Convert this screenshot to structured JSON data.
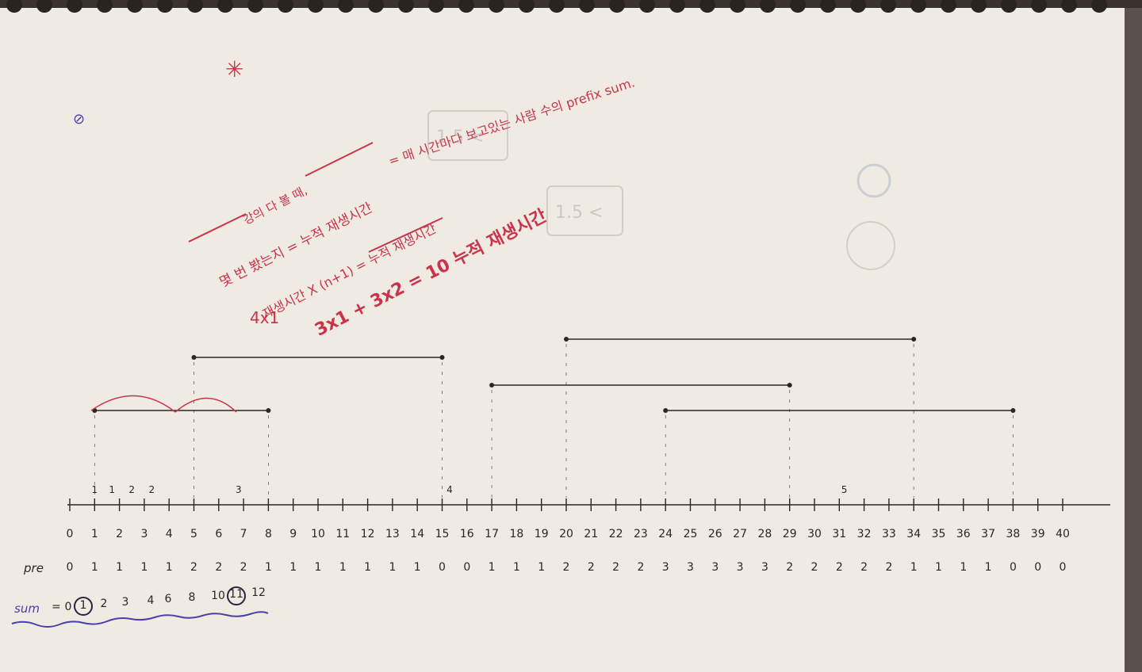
{
  "notes": {
    "star": "✳",
    "circle_mark": "⊘",
    "line1": "강의 다 볼 때,",
    "line2": "몇 번 봤는지 = 누적 재생시간",
    "line3": "재생시간 X (n+1) = 누적 재생시간",
    "line4": "3x1 + 3x2 = 10 누적 재생시간",
    "line5": "4x1",
    "top_note": "= 매 시간마다 보고있는 사람 수의 prefix sum.",
    "ghost1": "1.5 <",
    "ghost2": "1.5 <"
  },
  "axis": {
    "ticks": [
      "0",
      "1",
      "2",
      "3",
      "4",
      "5",
      "6",
      "7",
      "8",
      "9",
      "10",
      "11",
      "12",
      "13",
      "14",
      "15",
      "16",
      "17",
      "18",
      "19",
      "20",
      "21",
      "22",
      "23",
      "24",
      "25",
      "26",
      "27",
      "28",
      "29",
      "30",
      "31",
      "32",
      "33",
      "34",
      "35",
      "36",
      "37",
      "38",
      "39",
      "40"
    ],
    "above_labels": [
      "1",
      "1",
      "2",
      "2",
      "3",
      "4",
      "5"
    ]
  },
  "rows": {
    "pre_label": "pre",
    "pre_values": [
      "0",
      "1",
      "1",
      "1",
      "1",
      "2",
      "2",
      "2",
      "1",
      "1",
      "1",
      "1",
      "1",
      "1",
      "1",
      "0",
      "0",
      "1",
      "1",
      "1",
      "2",
      "2",
      "2",
      "2",
      "3",
      "3",
      "3",
      "3",
      "3",
      "2",
      "2",
      "2",
      "2",
      "2",
      "1",
      "1",
      "1",
      "1",
      "0",
      "0",
      "0"
    ],
    "sum_label": "sum",
    "sum_equals": "=",
    "sum_values": [
      "0",
      "1",
      "2",
      "3",
      "4",
      "6",
      "8",
      "10",
      "11",
      "12"
    ]
  },
  "segments": [
    {
      "from": 5,
      "to": 15,
      "level": "high"
    },
    {
      "from": 1,
      "to": 8,
      "level": "low"
    },
    {
      "from": 20,
      "to": 34,
      "level": "top"
    },
    {
      "from": 17,
      "to": 29,
      "level": "mid"
    },
    {
      "from": 24,
      "to": 38,
      "level": "low"
    }
  ],
  "colors": {
    "paper": "#efeae2",
    "ink": "#2b2622",
    "red": "#c9344a",
    "blue": "#4a3fa8"
  }
}
